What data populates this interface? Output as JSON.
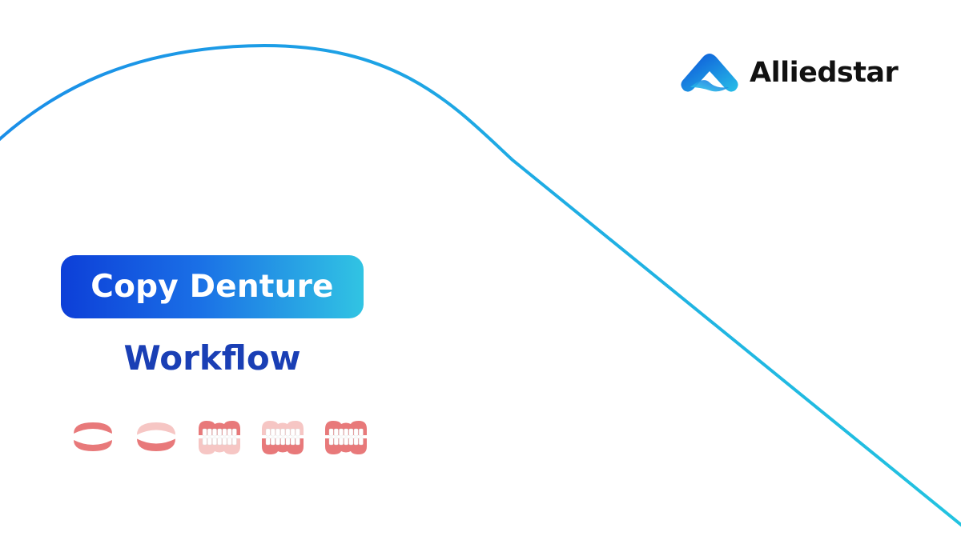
{
  "brand": {
    "name": "Alliedstar",
    "logo_icon": "alliedstar-logo-icon",
    "text_color": "#111111",
    "logo_gradient": [
      "#0b4fd8",
      "#27c0e8"
    ]
  },
  "hero": {
    "title": "Copy Denture",
    "subtitle": "Workflow",
    "title_gradient": [
      "#0d3fd8",
      "#31c4e3"
    ],
    "subtitle_color": "#1a3fb5"
  },
  "decor": {
    "curve_color_start": "#1a8ee8",
    "curve_color_end": "#22c3e0"
  },
  "workflow_steps": [
    {
      "icon": "open-mouth-dentures-icon",
      "teeth": false,
      "faded": "none",
      "gap": "wide"
    },
    {
      "icon": "open-mouth-dentures-faded-upper-icon",
      "teeth": false,
      "faded": "upper",
      "gap": "narrow"
    },
    {
      "icon": "closed-dentures-teeth-faded-lower-icon",
      "teeth": true,
      "faded": "lower",
      "gap": "closed"
    },
    {
      "icon": "closed-dentures-teeth-faded-upper-icon",
      "teeth": true,
      "faded": "upper",
      "gap": "closed"
    },
    {
      "icon": "closed-dentures-teeth-icon",
      "teeth": true,
      "faded": "none",
      "gap": "closed"
    }
  ]
}
